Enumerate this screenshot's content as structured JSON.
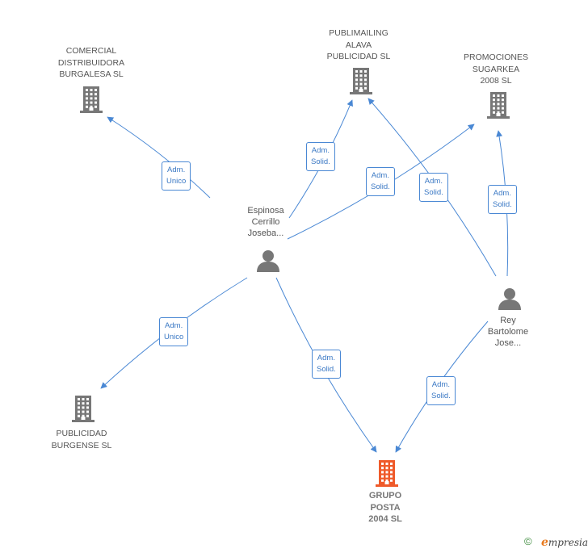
{
  "colors": {
    "edge": "#4a88d4",
    "company_icon": "#777777",
    "target_icon": "#ef5a2a",
    "person_icon": "#777777"
  },
  "companies": [
    {
      "id": "comercial",
      "name": [
        "COMERCIAL",
        "DISTRIBUIDORA",
        "BURGALESA SL"
      ]
    },
    {
      "id": "publimailing",
      "name": [
        "PUBLIMAILING",
        "ALAVA",
        "PUBLICIDAD SL"
      ]
    },
    {
      "id": "promociones",
      "name": [
        "PROMOCIONES",
        "SUGARKEA",
        "2008 SL"
      ]
    },
    {
      "id": "publicidad",
      "name": [
        "PUBLICIDAD",
        "BURGENSE SL"
      ]
    },
    {
      "id": "grupo",
      "name": [
        "GRUPO",
        "POSTA",
        "2004 SL"
      ],
      "target": true
    }
  ],
  "persons": [
    {
      "id": "espinosa",
      "name": [
        "Espinosa",
        "Cerrillo",
        "Joseba..."
      ]
    },
    {
      "id": "rey",
      "name": [
        "Rey",
        "Bartolome",
        "Jose..."
      ]
    }
  ],
  "edges": [
    {
      "from": "espinosa",
      "to": "comercial",
      "label": [
        "Adm.",
        "Unico"
      ]
    },
    {
      "from": "espinosa",
      "to": "publimailing",
      "label": [
        "Adm.",
        "Solid."
      ]
    },
    {
      "from": "espinosa",
      "to": "promociones",
      "label": [
        "Adm.",
        "Solid."
      ]
    },
    {
      "from": "rey",
      "to": "publimailing",
      "label": [
        "Adm.",
        "Solid."
      ]
    },
    {
      "from": "rey",
      "to": "promociones",
      "label": [
        "Adm.",
        "Solid."
      ]
    },
    {
      "from": "espinosa",
      "to": "publicidad",
      "label": [
        "Adm.",
        "Unico"
      ]
    },
    {
      "from": "espinosa",
      "to": "grupo",
      "label": [
        "Adm.",
        "Solid."
      ]
    },
    {
      "from": "rey",
      "to": "grupo",
      "label": [
        "Adm.",
        "Solid."
      ]
    }
  ],
  "footer": {
    "copyright_symbol": "©",
    "brand_initial": "e",
    "brand_rest": "mpresia"
  }
}
